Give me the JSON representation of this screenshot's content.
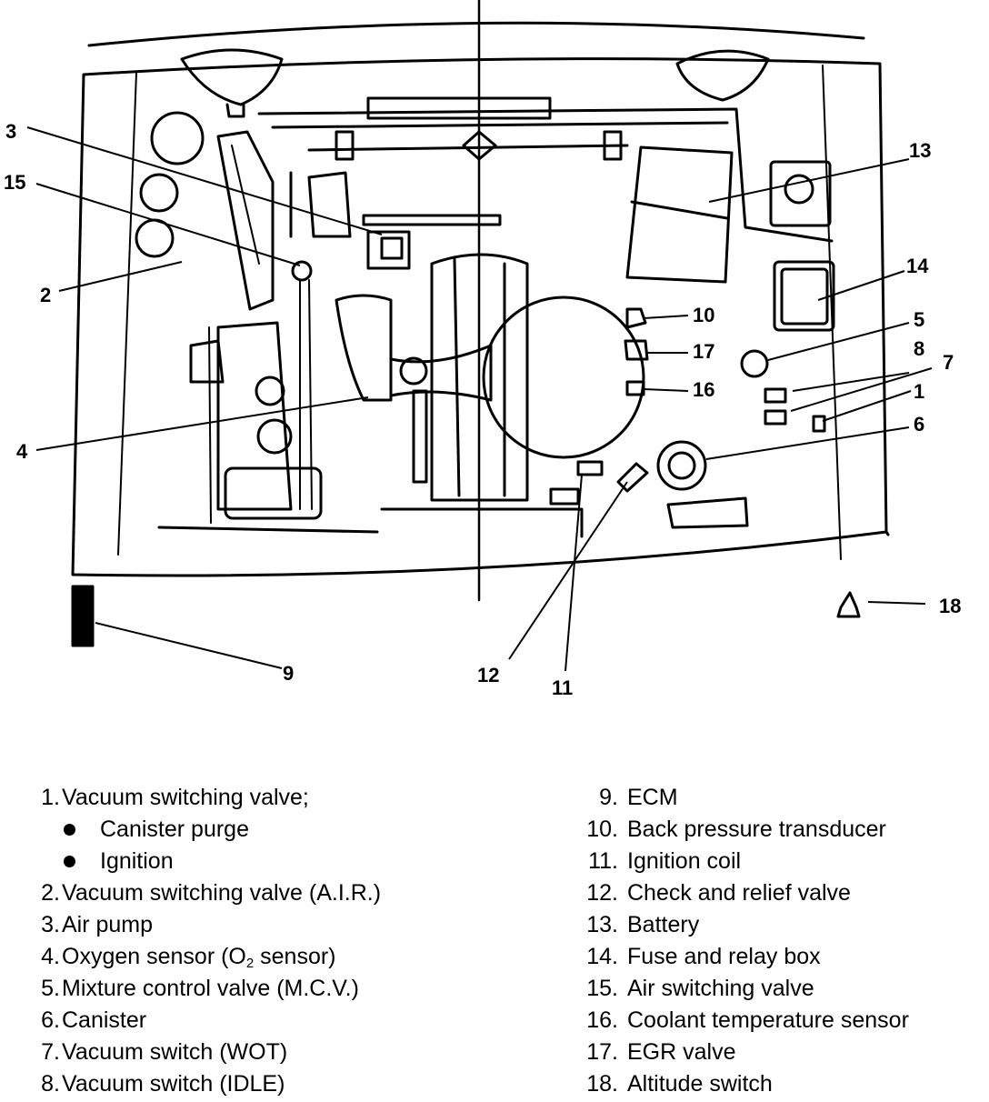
{
  "callouts": {
    "c1": "1",
    "c2": "2",
    "c3": "3",
    "c4": "4",
    "c5": "5",
    "c6": "6",
    "c7": "7",
    "c8": "8",
    "c9": "9",
    "c10": "10",
    "c11": "11",
    "c12": "12",
    "c13": "13",
    "c14": "14",
    "c15": "15",
    "c16": "16",
    "c17": "17",
    "c18": "18"
  },
  "legend": {
    "left": [
      {
        "num": "1.",
        "text": "Vacuum switching valve;"
      },
      {
        "num": "",
        "text": "Canister purge",
        "sub": true
      },
      {
        "num": "",
        "text": "Ignition",
        "sub": true
      },
      {
        "num": "2.",
        "text": "Vacuum switching valve (A.I.R.)"
      },
      {
        "num": "3.",
        "text": "Air pump"
      },
      {
        "num": "4.",
        "text": "Oxygen sensor (O",
        "sub_text": "2",
        "text_after": " sensor)"
      },
      {
        "num": "5.",
        "text": "Mixture control valve (M.C.V.)"
      },
      {
        "num": "6.",
        "text": "Canister"
      },
      {
        "num": "7.",
        "text": "Vacuum switch (WOT)"
      },
      {
        "num": "8.",
        "text": "Vacuum switch (IDLE)"
      }
    ],
    "right": [
      {
        "num": "9.",
        "text": "ECM"
      },
      {
        "num": "10.",
        "text": "Back pressure transducer"
      },
      {
        "num": "11.",
        "text": "Ignition coil"
      },
      {
        "num": "12.",
        "text": "Check and relief valve"
      },
      {
        "num": "13.",
        "text": "Battery"
      },
      {
        "num": "14.",
        "text": "Fuse and relay box"
      },
      {
        "num": "15.",
        "text": "Air switching valve"
      },
      {
        "num": "16.",
        "text": "Coolant temperature sensor"
      },
      {
        "num": "17.",
        "text": "EGR valve"
      },
      {
        "num": "18.",
        "text": "Altitude switch"
      }
    ]
  }
}
